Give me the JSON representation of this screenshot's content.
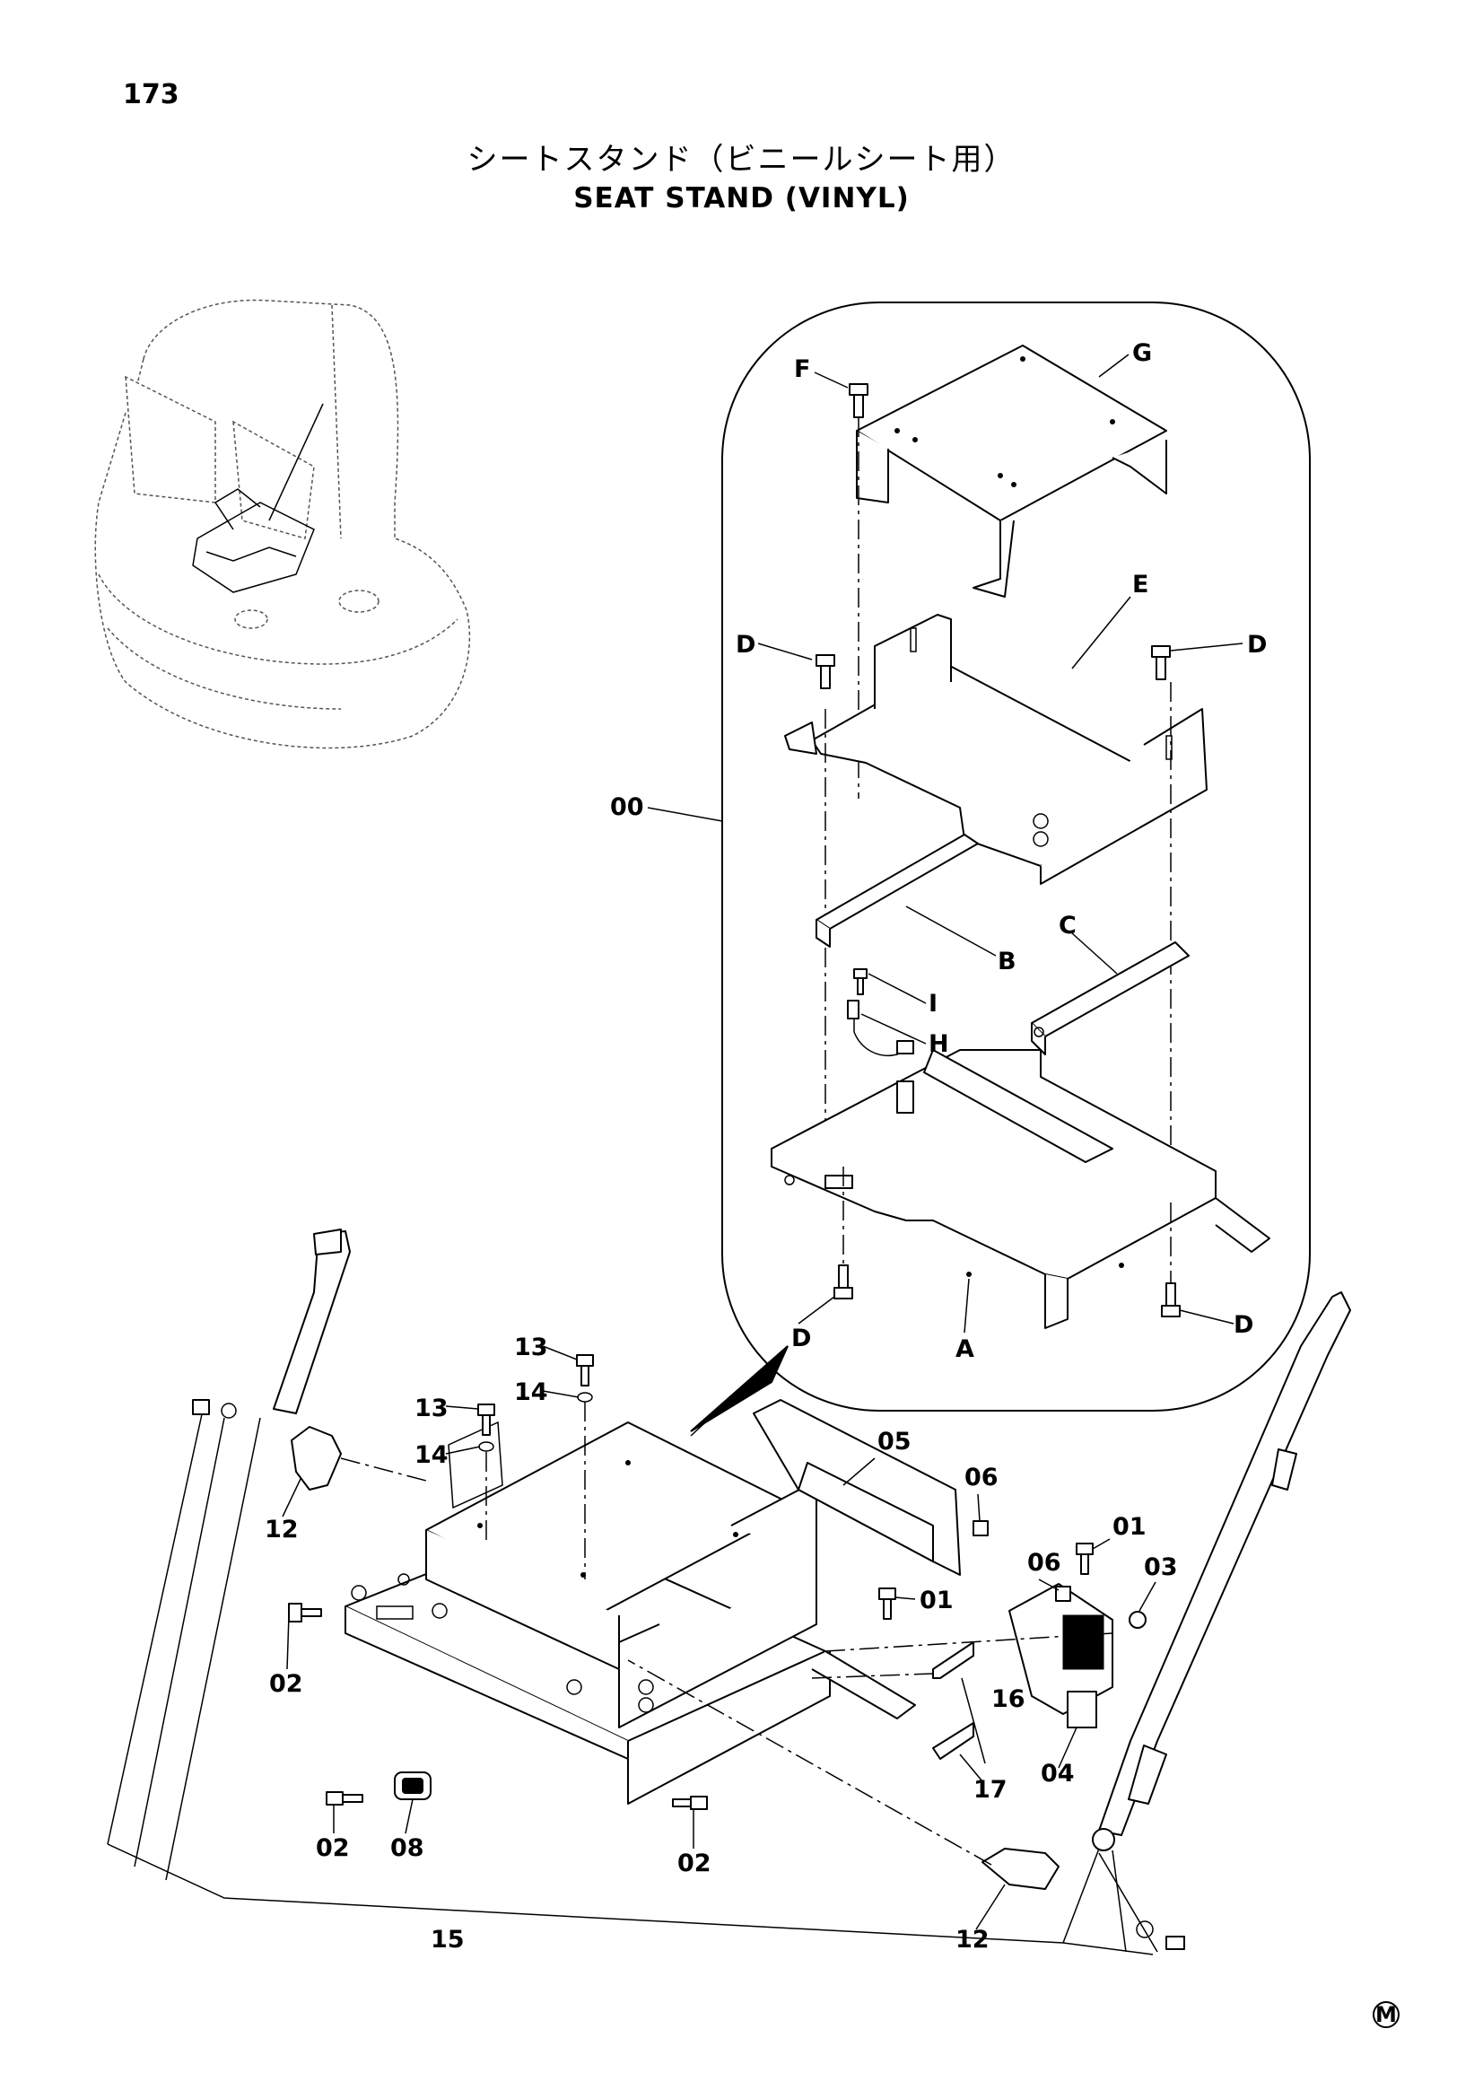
{
  "page": {
    "number": "173",
    "title_jp": "シートスタンド（ビニールシート用）",
    "title_en": "SEAT STAND (VINYL)",
    "marker": "M"
  },
  "callouts": {
    "F": "F",
    "G": "G",
    "E": "E",
    "D": "D",
    "B": "B",
    "C": "C",
    "I": "I",
    "H": "H",
    "A": "A",
    "p00": "00",
    "p01": "01",
    "p02": "02",
    "p03": "03",
    "p04": "04",
    "p05": "05",
    "p06": "06",
    "p08": "08",
    "p12": "12",
    "p13": "13",
    "p14": "14",
    "p15": "15",
    "p16": "16",
    "p17": "17"
  }
}
